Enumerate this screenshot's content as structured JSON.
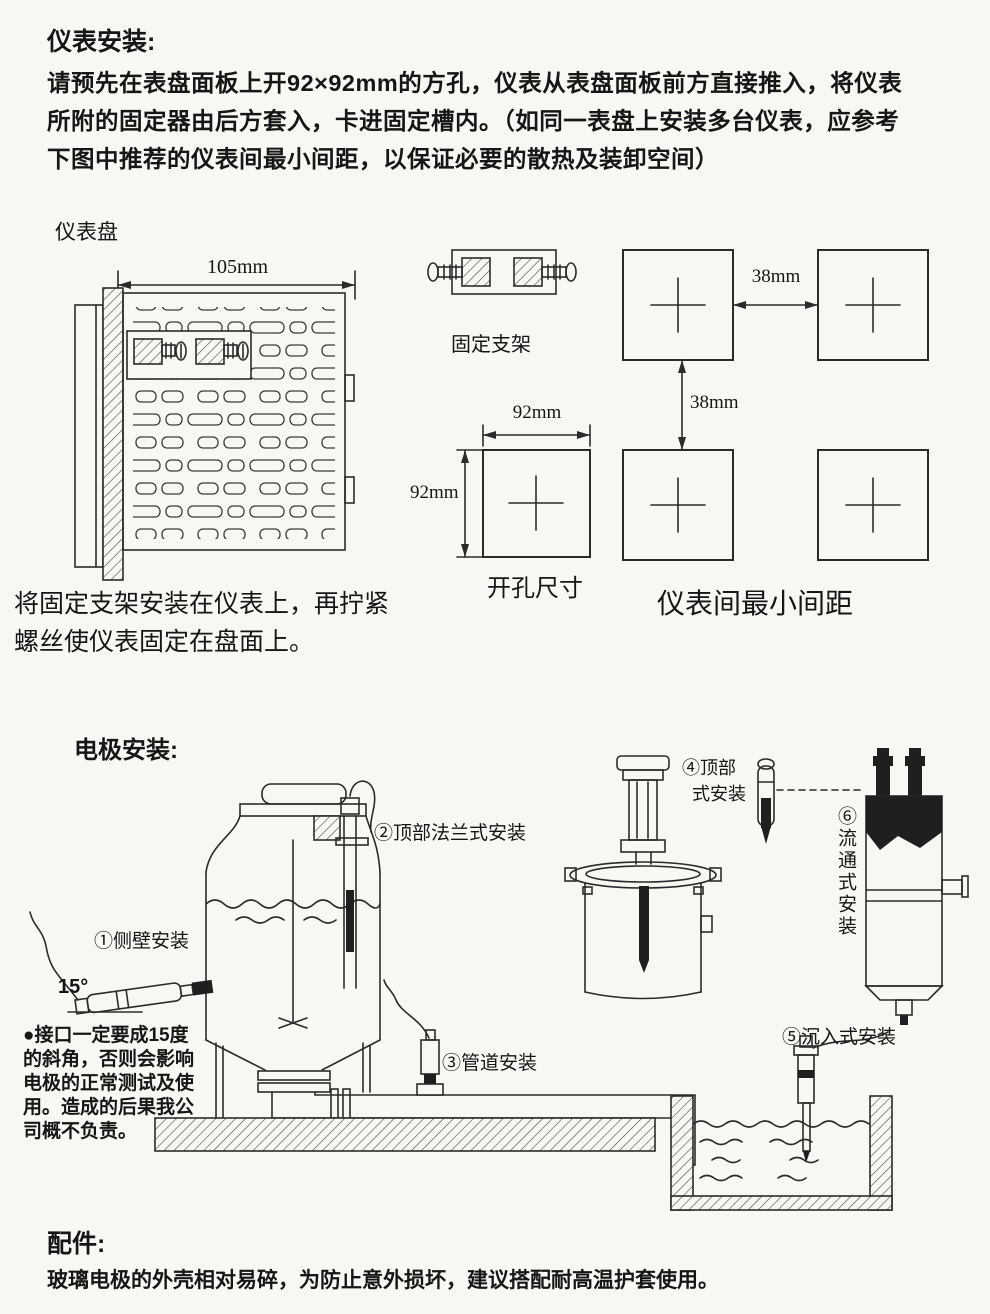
{
  "instrument_section": {
    "title": "仪表安装:",
    "paragraph": [
      "请预先在表盘面板上开92×92mm的方孔，仪表从表盘面板前方直接推入，将仪表",
      "所附的固定器由后方套入，卡进固定槽内。（如同一表盘上安装多台仪表，应参考",
      "下图中推荐的仪表间最小间距，以保证必要的散热及装卸空间）"
    ],
    "panel_label": "仪表盘",
    "dim_width": "105mm",
    "bracket_label": "固定支架",
    "hole_dim_top": "92mm",
    "hole_dim_left": "92mm",
    "hole_caption": "开孔尺寸",
    "gap_horizontal": "38mm",
    "gap_vertical": "38mm",
    "spacing_caption": "仪表间最小间距",
    "mount_note": [
      "将固定支架安装在仪表上，再拧紧",
      "螺丝使仪表固定在盘面上。"
    ]
  },
  "electrode_section": {
    "title": "电极安装:",
    "label_side_wall": "①侧壁安装",
    "angle": "15°",
    "label_top_flange": "②顶部法兰式安装",
    "label_pipeline": "③管道安装",
    "label_top_line1": "④顶部",
    "label_top_line2": "式安装",
    "label_submerged": "⑤沉入式安装",
    "label_flow_through": "⑥流通式安装",
    "warning": [
      "●接口一定要成15度",
      "的斜角，否则会影响",
      "电极的正常测试及使",
      "用。造成的后果我公",
      "司概不负责。"
    ]
  },
  "accessories_section": {
    "title": "配件:",
    "text": "玻璃电极的外壳相对易碎，为防止意外损坏，建议搭配耐高温护套使用。"
  },
  "colors": {
    "line": "#2b2b2b",
    "background": "#f8f7f4",
    "dark_fill": "#1f1f1f"
  }
}
